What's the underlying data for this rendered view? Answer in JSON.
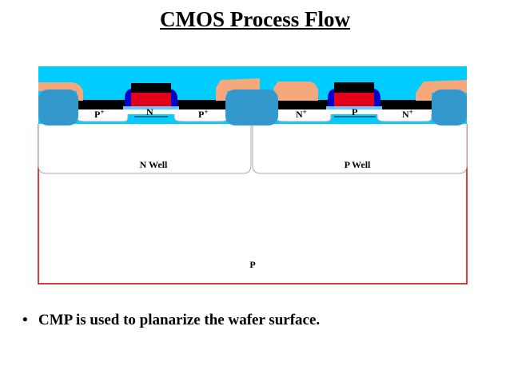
{
  "title": "CMOS Process Flow",
  "labels": {
    "p_plus_left": "P",
    "n_channel_pmos": "N",
    "p_plus_right": "P",
    "n_plus_left": "N",
    "p_channel_nmos": "P",
    "n_plus_right": "N",
    "superscript_plus": "+",
    "n_well": "N Well",
    "p_well": "P Well",
    "p_substrate": "P"
  },
  "bullet": {
    "marker": "•",
    "text": "CMP is used to planarize the wafer surface."
  },
  "colors": {
    "oxide_fill": "#00ccff",
    "field_oxide": "#3399cc",
    "substrate_outline": "#cc0000",
    "well_outline": "#aaaaaa",
    "contact_metal": "#f4a87c",
    "gate_poly": "#e3001b",
    "gate_cap": "#000000",
    "spacer": "#0000cc",
    "gate_oxide": "#66ccff",
    "silicide": "#000000"
  }
}
